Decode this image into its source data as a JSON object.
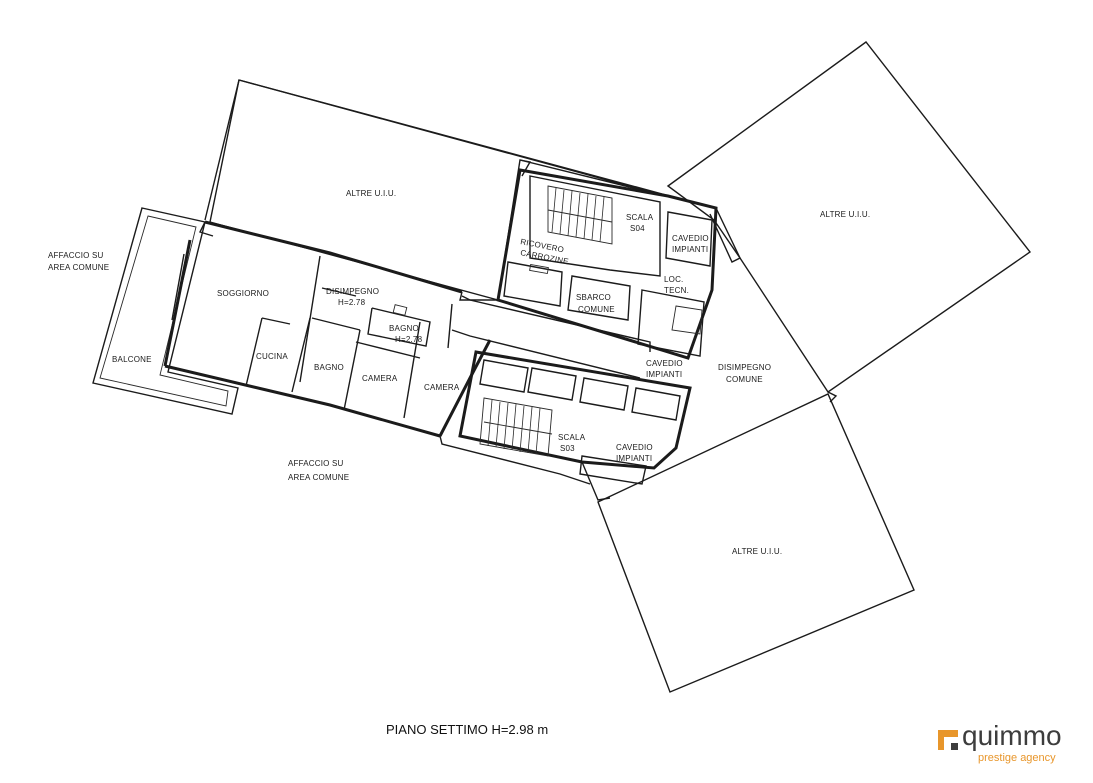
{
  "plan": {
    "title": "PIANO SETTIMO H=2.98 m",
    "rooms": {
      "altre_top": "ALTRE U.I.U.",
      "altre_right": "ALTRE U.I.U.",
      "altre_bottom": "ALTRE U.I.U.",
      "affaccio_left_1": "AFFACCIO SU",
      "affaccio_left_2": "AREA COMUNE",
      "affaccio_bottom_1": "AFFACCIO SU",
      "affaccio_bottom_2": "AREA COMUNE",
      "balcone": "BALCONE",
      "soggiorno": "SOGGIORNO",
      "cucina": "CUCINA",
      "disimpegno_1": "DISIMPEGNO",
      "disimpegno_h": "H=2.78",
      "bagno_1": "BAGNO",
      "bagno_1_h": "H=2.78",
      "bagno_2": "BAGNO",
      "camera_1": "CAMERA",
      "camera_2": "CAMERA",
      "scala_s04_1": "SCALA",
      "scala_s04_2": "S04",
      "cavedio_top_1": "CAVEDIO",
      "cavedio_top_2": "IMPIANTI",
      "ricovero_1": "RICOVERO",
      "ricovero_2": "CARROZINE",
      "sbarco_1": "SBARCO",
      "sbarco_2": "COMUNE",
      "loc_1": "LOC.",
      "loc_2": "TECN.",
      "cavedio_mid_1": "CAVEDIO",
      "cavedio_mid_2": "IMPIANTI",
      "disimpegno_comune_1": "DISIMPEGNO",
      "disimpegno_comune_2": "COMUNE",
      "scala_s03_1": "SCALA",
      "scala_s03_2": "S03",
      "cavedio_bot_1": "CAVEDIO",
      "cavedio_bot_2": "IMPIANTI"
    }
  },
  "logo": {
    "word": "quimmo",
    "tagline": "prestige agency",
    "brand_color": "#e8962b",
    "text_color": "#3d3d3d"
  }
}
